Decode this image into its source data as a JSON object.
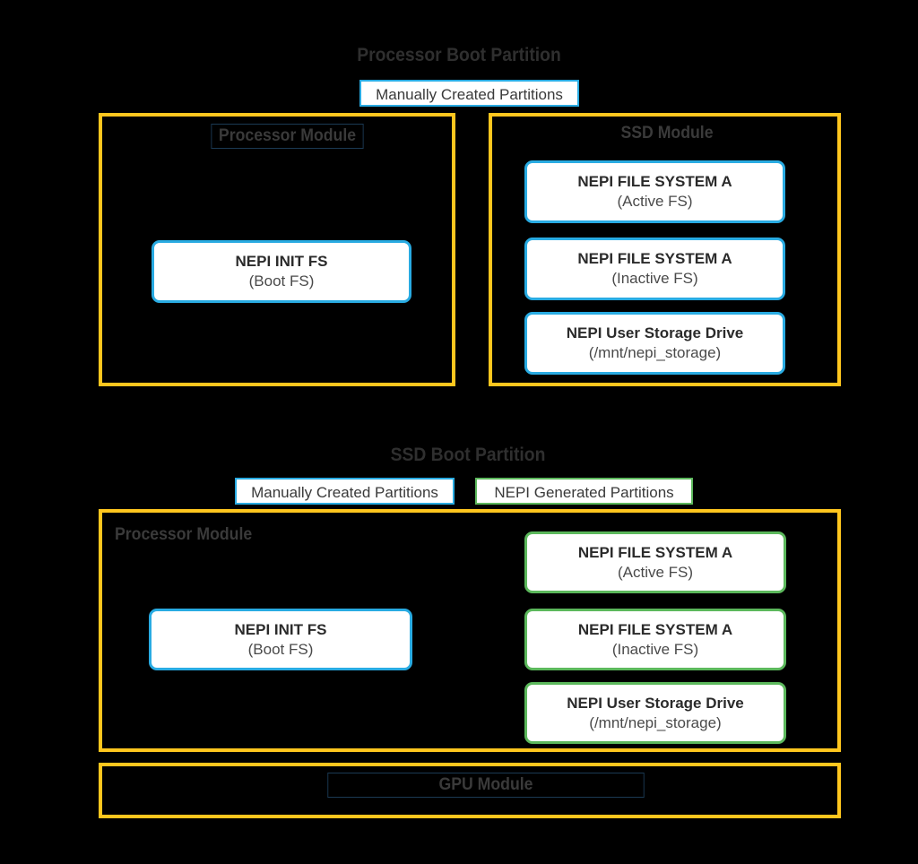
{
  "diagram": {
    "title_top": "Processor Boot Partition",
    "title_bottom": "SSD Boot Partition",
    "colors": {
      "panel_border": "#ffc61e",
      "manual_partition": "#29abe2",
      "nepi_partition": "#5cb85c",
      "label_box": "#1b3a54",
      "background": "#000000",
      "text": "#3a3a3a"
    }
  },
  "top_section": {
    "title": "Processor Boot Partition",
    "legends": [
      {
        "label": "Manually Created  Partitions",
        "style": "blue"
      }
    ],
    "panels": [
      {
        "module_label": "Processor Module",
        "cards": [
          {
            "line1": "NEPI INIT FS",
            "line2": "(Boot  FS)",
            "style": "blue"
          }
        ]
      },
      {
        "module_label": "SSD Module",
        "cards": [
          {
            "line1": "NEPI FILE SYSTEM A",
            "line2": "(Active FS)",
            "style": "blue"
          },
          {
            "line1": "NEPI FILE SYSTEM A",
            "line2": "(Inactive FS)",
            "style": "blue"
          },
          {
            "line1": "NEPI User Storage Drive",
            "line2": "(/mnt/nepi_storage)",
            "style": "blue"
          }
        ]
      }
    ]
  },
  "bottom_section": {
    "title": "SSD Boot Partition",
    "legends": [
      {
        "label": "Manually Created  Partitions",
        "style": "blue"
      },
      {
        "label": "NEPI Generated  Partitions",
        "style": "green"
      }
    ],
    "panels": [
      {
        "module_label": "Processor Module",
        "cards": [
          {
            "line1": "NEPI INIT FS",
            "line2": "(Boot  FS)",
            "style": "blue"
          },
          {
            "line1": "NEPI FILE SYSTEM A",
            "line2": "(Active FS)",
            "style": "green"
          },
          {
            "line1": "NEPI FILE SYSTEM A",
            "line2": "(Inactive FS)",
            "style": "green"
          },
          {
            "line1": "NEPI User Storage Drive",
            "line2": "(/mnt/nepi_storage)",
            "style": "green"
          }
        ]
      },
      {
        "module_label": "GPU Module",
        "cards": []
      }
    ]
  }
}
